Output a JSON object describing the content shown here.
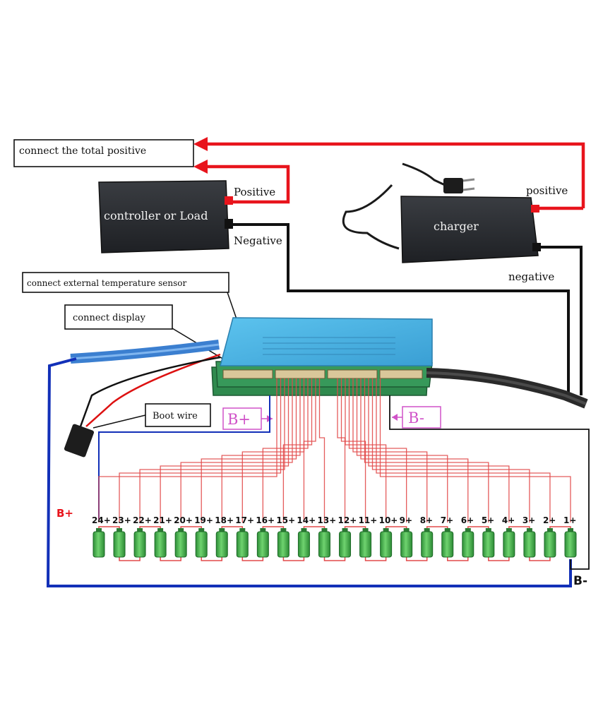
{
  "labels": {
    "total_positive": "connect the total positive",
    "controller": "controller or Load",
    "controller_positive": "Positive",
    "controller_negative": "Negative",
    "charger": "charger",
    "charger_positive": "positive",
    "charger_negative": "negative",
    "temp_sensor": "connect external temperature sensor",
    "display": "connect display",
    "boot_wire": "Boot wire",
    "b_plus_port": "B+",
    "b_minus_port": "B-",
    "b_plus_main": "B+",
    "b_minus_main": "B-"
  },
  "cells": {
    "labels": [
      "24+",
      "23+",
      "22+",
      "21+",
      "20+",
      "19+",
      "18+",
      "17+",
      "16+",
      "15+",
      "14+",
      "13+",
      "12+",
      "11+",
      "10+",
      "9+",
      "8+",
      "7+",
      "6+",
      "5+",
      "4+",
      "3+",
      "2+",
      "1+"
    ]
  },
  "colors": {
    "positive_wire": "#e8141c",
    "negative_wire": "#111111",
    "b_plus_wire": "#1230b8",
    "balance_wire": "#e24a4a",
    "cell_green": "#3fb54a",
    "bms_blue": "#46aee0",
    "pcb_green": "#2f8a4e",
    "port_label": "#d052c8"
  }
}
